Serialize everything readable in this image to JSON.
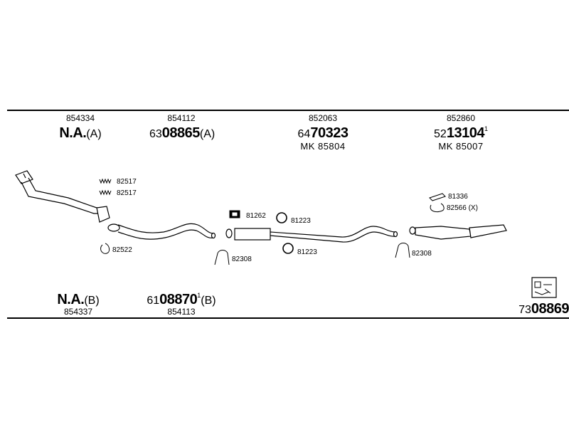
{
  "top_row": {
    "col1": {
      "code": "854334",
      "prefix": "N.A.",
      "suffix": "(A)"
    },
    "col2": {
      "code": "854112",
      "prefix": "63",
      "bold": "08865",
      "suffix": "(A)"
    },
    "col3": {
      "code": "852063",
      "prefix": "64",
      "bold": "70323",
      "mk": "MK  85804"
    },
    "col4": {
      "code": "852860",
      "prefix": "52",
      "bold": "13104",
      "sup": "1",
      "mk": "MK  85007"
    }
  },
  "bottom_row": {
    "col1": {
      "prefix": "N.A.",
      "suffix": "(B)",
      "code": "854337"
    },
    "col2": {
      "prefix": "61",
      "bold": "08870",
      "sup": "1",
      "suffix": "(B)",
      "code": "854113"
    }
  },
  "kit": {
    "prefix": "73",
    "bold": "08869"
  },
  "parts": {
    "p82517a": "82517",
    "p82517b": "82517",
    "p82522": "82522",
    "p81262": "81262",
    "p81223a": "81223",
    "p81223b": "81223",
    "p82308a": "82308",
    "p82308b": "82308",
    "p81336": "81336",
    "p82566": "82566 (X)"
  }
}
